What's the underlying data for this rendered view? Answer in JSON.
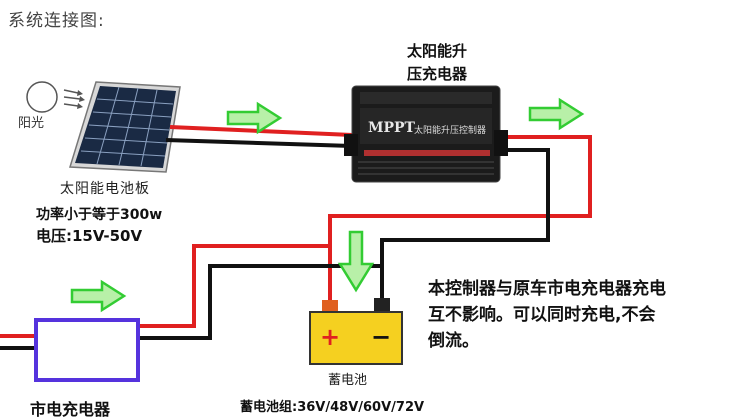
{
  "title": "系统连接图:",
  "sun": {
    "label": "阳光"
  },
  "solar_panel": {
    "label": "太阳能电池板",
    "power_spec": "功率小于等于300w",
    "voltage_spec": "电压:15V-50V"
  },
  "controller": {
    "label_line1": "太阳能升",
    "label_line2": "压充电器",
    "face_brand": "MPPT",
    "face_text": "太阳能升压控制器"
  },
  "battery": {
    "label": "蓄电池",
    "plus": "+",
    "minus": "−",
    "group_spec": "蓄电池组:36V/48V/60V/72V"
  },
  "mains_charger": {
    "label": "市电充电器"
  },
  "note": {
    "line1": "本控制器与原车市电充电器充电",
    "line2": "互不影响。可以同时充电,不会",
    "line3": "倒流。"
  },
  "colors": {
    "positive_wire": "#e02020",
    "negative_wire": "#111111",
    "arrow_fill": "#b8f0a8",
    "arrow_stroke": "#33cc33",
    "charger_border": "#5533dd",
    "plus_color": "#e02020"
  }
}
